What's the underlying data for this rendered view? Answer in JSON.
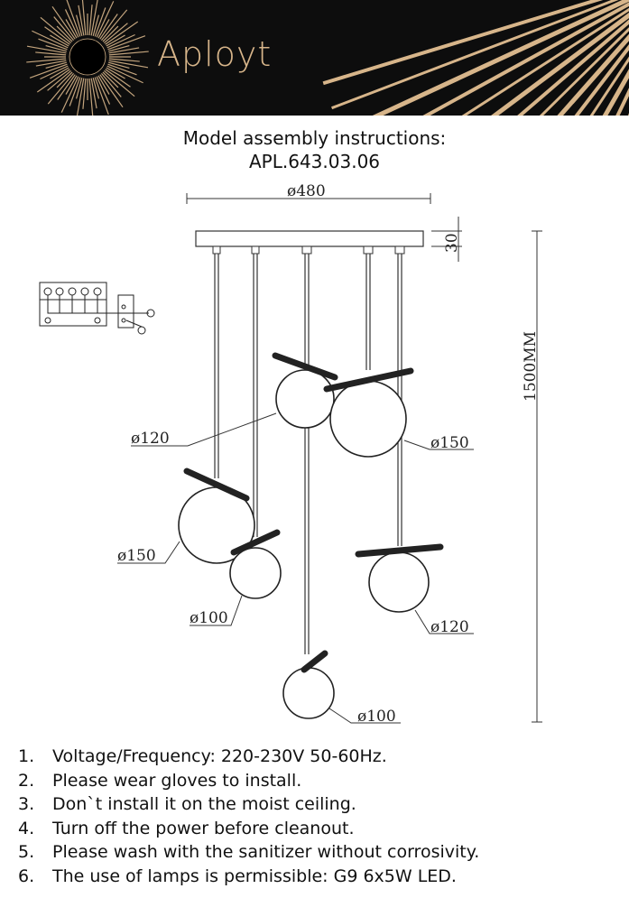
{
  "brand": {
    "name": "Aployt",
    "accent": "#d7b58a"
  },
  "title": {
    "line1": "Model assembly instructions:",
    "line2": "APL.643.03.06"
  },
  "dimensions": {
    "canopy_diameter": "ø480",
    "canopy_height": "30",
    "total_height": "1500MM",
    "shades": [
      {
        "label": "ø120"
      },
      {
        "label": "ø150"
      },
      {
        "label": "ø150"
      },
      {
        "label": "ø100"
      },
      {
        "label": "ø120"
      },
      {
        "label": "ø100"
      }
    ]
  },
  "notes": [
    {
      "num": "1.",
      "text": "Voltage/Frequency: 220-230V 50-60Hz."
    },
    {
      "num": "2.",
      "text": "Please wear gloves to install."
    },
    {
      "num": "3.",
      "text": "Don`t install it on the moist ceiling."
    },
    {
      "num": "4.",
      "text": "Turn off the power before cleanout."
    },
    {
      "num": "5.",
      "text": "Please wash with the sanitizer without corrosivity."
    },
    {
      "num": "6.",
      "text": "The use of lamps is permissible: G9 6x5W LED."
    }
  ]
}
